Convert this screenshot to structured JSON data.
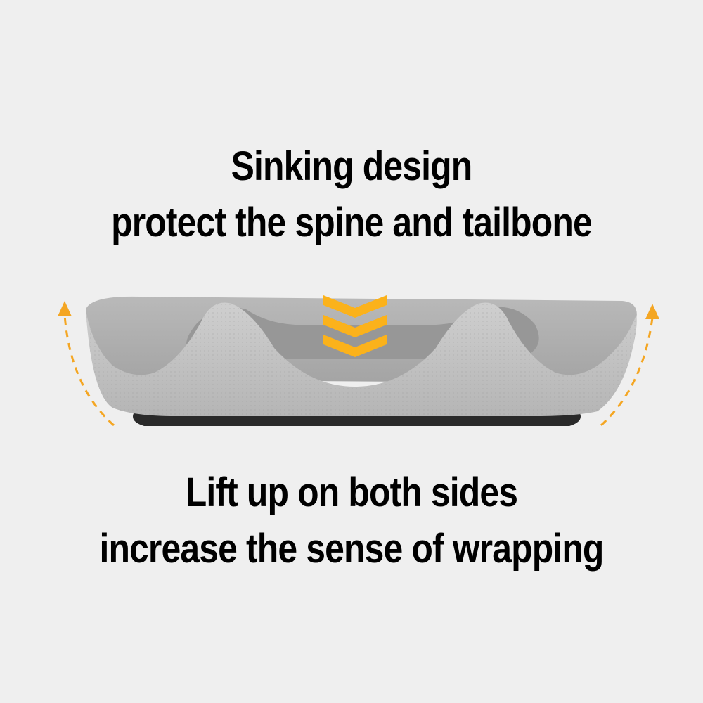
{
  "headline_top": {
    "line1": "Sinking design",
    "line2": "protect the spine and tailbone"
  },
  "headline_bottom": {
    "line1": "Lift up on both sides",
    "line2": "increase the sense of wrapping"
  },
  "colors": {
    "background": "#efefef",
    "text": "#000000",
    "cushion": "#a7a7a7",
    "cushion_highlight": "#c9c9c9",
    "accent": "#fbb21b"
  },
  "icons": {
    "center": "chevron-down-icon",
    "left": "curved-arrow-up-icon",
    "right": "curved-arrow-up-icon"
  }
}
